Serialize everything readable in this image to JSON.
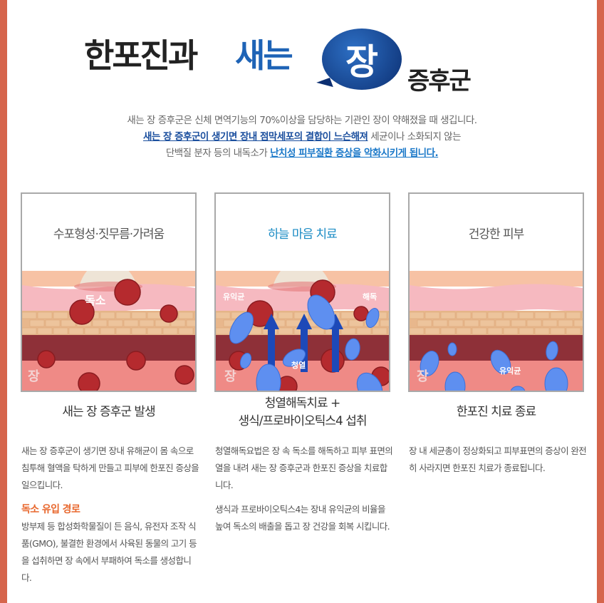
{
  "header": {
    "title_part1": "한포진과",
    "title_part2": "새는",
    "title_bubble": "장",
    "title_part3": "증후군"
  },
  "intro": {
    "line1": "새는 장 증후군은 신체 면역기능의 70%이상을 담당하는 기관인 장이 약해졌을 때 생깁니다.",
    "line2_highlight": "새는 장 증후군이 생기면 장내 점막세포의 결합이 느슨해져",
    "line2_rest": " 세균이나 소화되지 않는",
    "line3_start": "단백질 분자 등의 내독소가 ",
    "line3_highlight": "난치성 피부질환 증상을 악화시키게 됩니다."
  },
  "panels": [
    {
      "title": "수포형성·짓무름·가려움",
      "labels": [
        "독소",
        "장"
      ],
      "caption": "새는 장 증후군 발생",
      "body": [
        "새는 장 증후군이 생기면 장내 유해균이 몸 속으로 침투해 혈액을 탁하게 만들고 피부에 한포진 증상을 일으킵니다."
      ],
      "subheading": "독소 유입 경로",
      "subbody": "방부제 등 합성화학물질이 든 음식, 유전자 조작 식품(GMO), 불결한 환경에서 사육된 동물의 고기 등을 섭취하면 장 속에서 부패하여 독소를 생성합니다."
    },
    {
      "title": "하늘 마음 치료",
      "labels": [
        "유익균",
        "해독",
        "청열",
        "장"
      ],
      "caption_line1": "청열해독치료 +",
      "caption_line2": "생식/프로바이오틱스4 섭취",
      "body": [
        "청열해독요법은 장 속 독소를 해독하고 피부 표면의 열을 내려 새는 장 증후군과 한포진 증상을 치료합니다.",
        "생식과 프로바이오틱스4는 장내 유익균의 비율을 높여 독소의 배출을 돕고 장 건강을 회복 시킵니다."
      ]
    },
    {
      "title": "건강한 피부",
      "labels": [
        "유익균",
        "장"
      ],
      "caption": "한포진 치료 종료",
      "body": [
        "장 내 세균총이 정상화되고 피부표면의 증상이 완전히 사라지면 한포진 치료가 종료됩니다."
      ]
    }
  ],
  "colors": {
    "accent_blue": "#1e63b6",
    "orange": "#e8682e",
    "border": "#d6654c",
    "panel2_title": "#1a8bc4"
  }
}
